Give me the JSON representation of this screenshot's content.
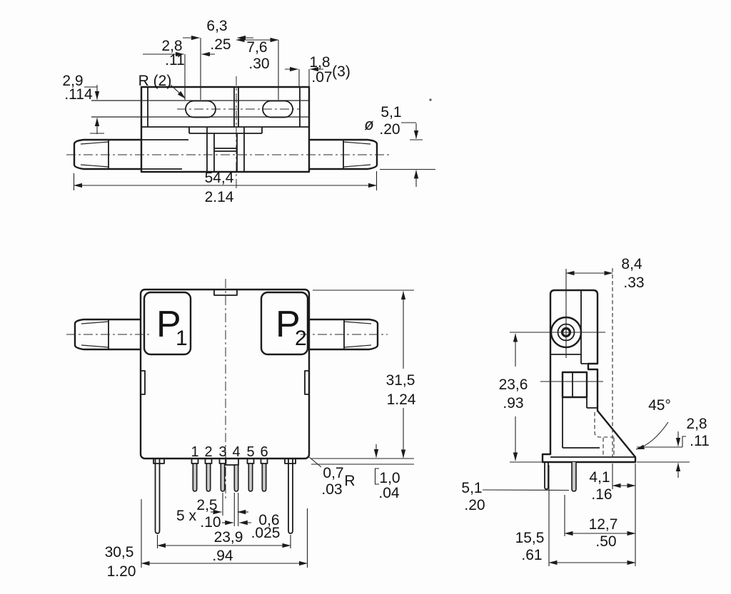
{
  "top_view": {
    "dim_slot_height": {
      "mm": "2,9",
      "in": ".114"
    },
    "radius_note": "R (2)",
    "dim_slot_end": {
      "mm": "2,8",
      "in": ".11"
    },
    "dim_slot_to_center": {
      "mm": "6,3",
      "in": ".25"
    },
    "dim_center_to_slot": {
      "mm": "7,6",
      "in": ".30"
    },
    "dim_wall_thickness": {
      "mm": "1,8",
      "in": ".07",
      "qty": "(3)"
    },
    "dim_port_diameter": {
      "sym": "ø",
      "mm": "5,1",
      "in": ".20"
    },
    "dim_overall_length": {
      "mm": "54,4",
      "in": "2.14"
    }
  },
  "front_view": {
    "port1": {
      "label": "P",
      "sub": "1"
    },
    "port2": {
      "label": "P",
      "sub": "2"
    },
    "pins": [
      "1",
      "2",
      "3",
      "4",
      "5",
      "6"
    ],
    "dim_body_height": {
      "mm": "31,5",
      "in": "1.24"
    },
    "dim_corner_radius": {
      "mm": "0,7",
      "in": ".03",
      "suffix": "R"
    },
    "dim_pin_standoff": {
      "mm": "1,0",
      "in": ".04"
    },
    "dim_pin_pitch": {
      "prefix": "5 x",
      "mm": "2,5",
      "in": ".10"
    },
    "dim_pin_width": {
      "mm": "0,6",
      "in": ".025"
    },
    "dim_peg_span": {
      "mm": "23,9",
      "in": ".94"
    },
    "dim_body_width": {
      "mm": "30,5",
      "in": "1.20"
    }
  },
  "side_view": {
    "dim_port_offset": {
      "mm": "8,4",
      "in": ".33"
    },
    "dim_center_height": {
      "mm": "23,6",
      "in": ".93"
    },
    "dim_chamfer_offset": {
      "mm": "2,8",
      "in": ".11"
    },
    "chamfer_angle": "45°",
    "dim_notch": {
      "mm": "4,1",
      "in": ".16"
    },
    "dim_pin_length": {
      "mm": "5,1",
      "in": ".20"
    },
    "dim_base_width": {
      "mm": "12,7",
      "in": ".50"
    },
    "dim_overall_depth": {
      "mm": "15,5",
      "in": ".61"
    }
  }
}
